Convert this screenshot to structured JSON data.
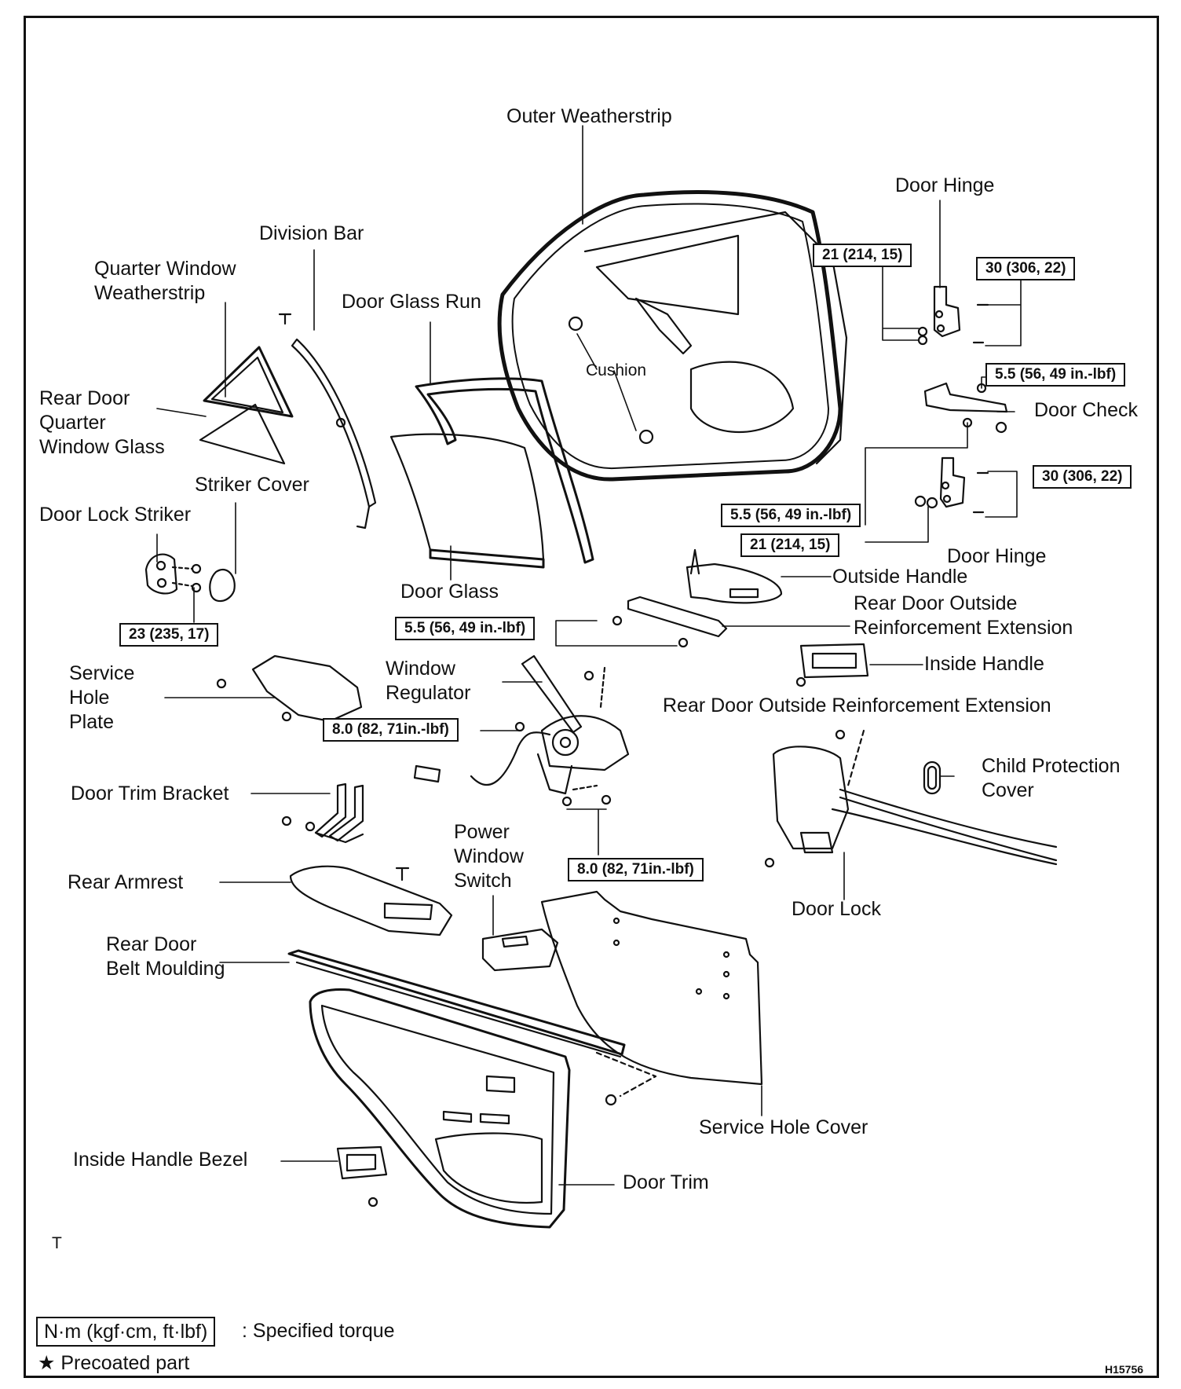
{
  "labels": {
    "outer_weatherstrip": "Outer Weatherstrip",
    "door_hinge_top": "Door Hinge",
    "division_bar": "Division Bar",
    "quarter_window_weatherstrip": "Quarter Window\nWeatherstrip",
    "door_glass_run": "Door Glass Run",
    "cushion": "Cushion",
    "rear_door_quarter_window_glass": "Rear Door\nQuarter\nWindow Glass",
    "door_check": "Door Check",
    "striker_cover": "Striker Cover",
    "door_lock_striker": "Door Lock Striker",
    "door_hinge_bottom": "Door Hinge",
    "door_glass": "Door Glass",
    "outside_handle": "Outside Handle",
    "rear_door_outside_reinforcement_extension_1": "Rear Door Outside\nReinforcement Extension",
    "service_hole_plate": "Service\nHole\nPlate",
    "window_regulator": "Window\nRegulator",
    "inside_handle": "Inside Handle",
    "rear_door_outside_reinforcement_extension_2": "Rear Door Outside Reinforcement Extension",
    "child_protection_cover": "Child Protection\nCover",
    "door_trim_bracket": "Door Trim Bracket",
    "power_window_switch": "Power\nWindow\nSwitch",
    "rear_armrest": "Rear Armrest",
    "door_lock": "Door Lock",
    "rear_door_belt_moulding": "Rear Door\nBelt Moulding",
    "service_hole_cover": "Service Hole Cover",
    "inside_handle_bezel": "Inside Handle Bezel",
    "door_trim": "Door Trim",
    "t_mark": "T"
  },
  "torques": {
    "hinge_top_left": "21 (214, 15)",
    "hinge_top_right": "30 (306, 22)",
    "door_check": "5.5 (56, 49 in.-lbf)",
    "hinge_bottom_right": "30 (306, 22)",
    "hinge_bottom_left_a": "5.5 (56, 49 in.-lbf)",
    "hinge_bottom_left_b": "21 (214, 15)",
    "striker": "23 (235, 17)",
    "outside_handle": "5.5 (56, 49 in.-lbf)",
    "regulator_upper": "8.0 (82, 71in.-lbf)",
    "regulator_lower": "8.0 (82, 71in.-lbf)"
  },
  "legend": {
    "unit_box": "N·m (kgf·cm, ft·lbf)",
    "unit_text": ": Specified torque",
    "precoated": "★ Precoated part"
  },
  "figure_code": "H15756"
}
